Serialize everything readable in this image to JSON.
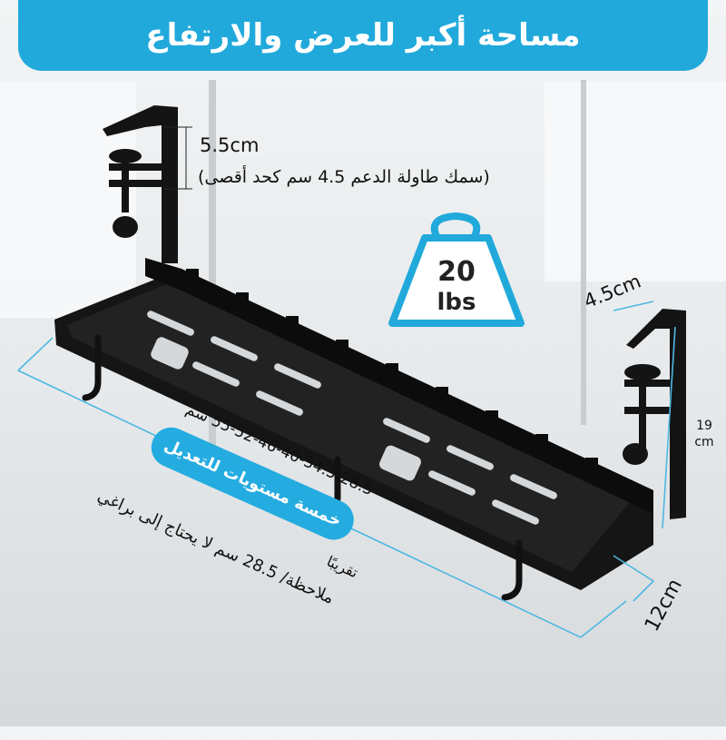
{
  "banner": {
    "title": "مساحة أكبر للعرض والارتفاع"
  },
  "dimensions": {
    "clamp_height": "5.5cm",
    "clamp_note": "(سمك طاولة الدعم 4.5 سم كحد أقصى)",
    "clamp_width": "4.5cm",
    "depth": "19 cm",
    "width": "12cm"
  },
  "weight_badge": {
    "value": "20",
    "unit": "lbs"
  },
  "length_notes": {
    "sizes": "55-52-46-40-34.5-28.5 سم",
    "approx": "تقريبًا",
    "levels": "خمسة مستويات للتعديل",
    "note": "ملاحظة/ 28.5 سم لا يحتاج إلى براغي"
  },
  "colors": {
    "accent": "#21a9db",
    "product": "#111111",
    "dimension_line": "#4db8e2"
  }
}
